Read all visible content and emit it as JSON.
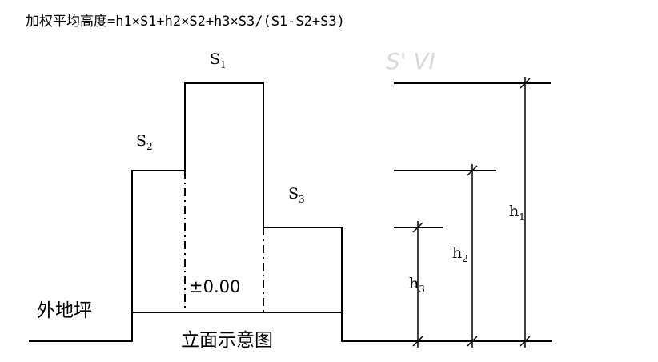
{
  "formula": "加权平均高度=h1×S1+h2×S2+h3×S3/(S1-S2+S3)",
  "labels": {
    "s1": "S",
    "s1_sub": "1",
    "s2": "S",
    "s2_sub": "2",
    "s3": "S",
    "s3_sub": "3",
    "h1": "h",
    "h1_sub": "1",
    "h2": "h",
    "h2_sub": "2",
    "h3": "h",
    "h3_sub": "3",
    "datum": "±0.00",
    "ground": "外地坪",
    "caption": "立面示意图"
  }
}
